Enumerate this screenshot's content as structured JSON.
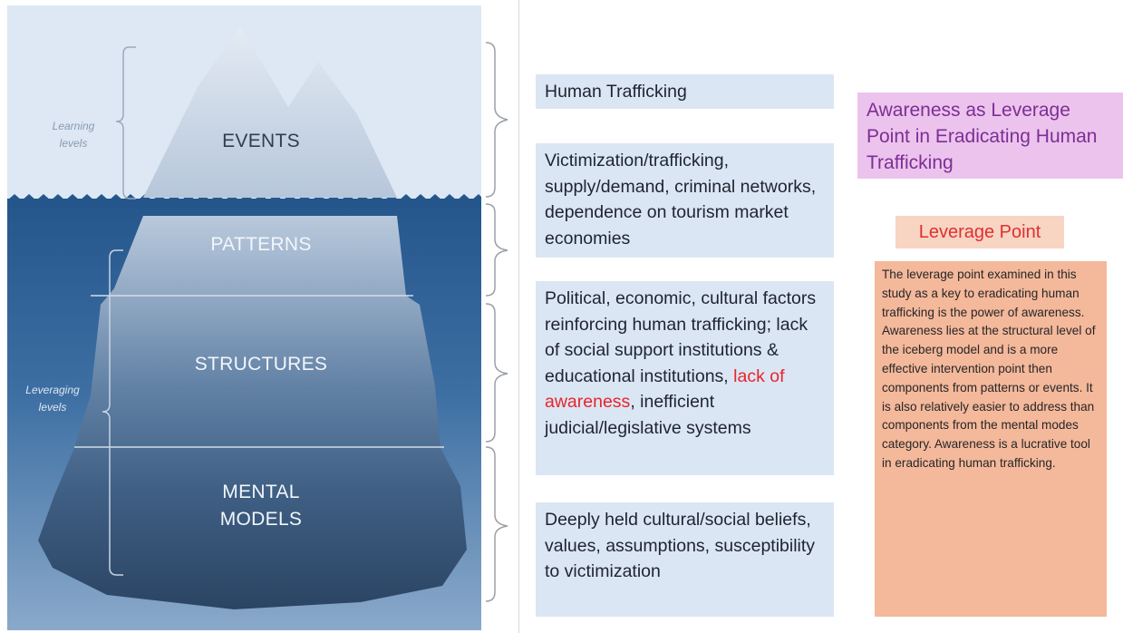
{
  "iceberg": {
    "levels": [
      "EVENTS",
      "PATTERNS",
      "STRUCTURES",
      "MENTAL",
      "MODELS"
    ],
    "side_labels": {
      "learning": [
        "Learning",
        "levels"
      ],
      "leveraging": [
        "Leveraging",
        "levels"
      ]
    }
  },
  "boxes": {
    "events": "Human Trafficking",
    "patterns": "Victimization/trafficking, supply/demand, criminal networks, dependence on tourism market economies",
    "structures": {
      "before": "Political, economic, cultural factors reinforcing human trafficking; lack of social support institutions & educational institutions, ",
      "highlight": "lack of awareness",
      "after": ", inefficient judicial/legislative systems"
    },
    "mental_models": "Deeply held cultural/social beliefs, values, assumptions, susceptibility to victimization"
  },
  "title": "Awareness as Leverage Point in Eradicating Human Trafficking",
  "leverage": {
    "heading": "Leverage Point",
    "body": "The leverage point examined in this study as a key to eradicating human trafficking is the power of awareness. Awareness lies at the structural level of the iceberg model and is a more effective intervention point then components from patterns or events. It is also relatively easier to address than components from the mental modes category. Awareness is a lucrative tool in eradicating human trafficking."
  },
  "colors": {
    "sky": "#dde8f4",
    "water_top": "#2a5f95",
    "water_bottom": "#7a9cc1",
    "ice_tip": "#c9d6e6",
    "ice_deep": "#35506f",
    "label_events": "#2f3e51",
    "label_underwater": "#f2f6fb",
    "highlight": "#e8252a",
    "box_blue": "#dbe6f4",
    "title_bg": "#ecc3ec",
    "title_text": "#7b2f95",
    "leverage_bg": "#f4b89b",
    "leverage_heading_bg": "#f8d4c3",
    "leverage_heading_text": "#e0302e"
  }
}
